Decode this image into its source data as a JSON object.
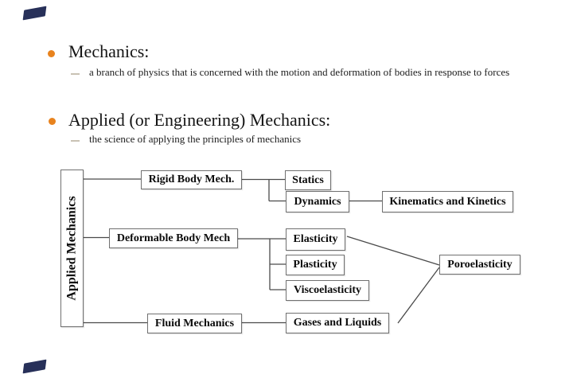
{
  "slide": {
    "bullets": [
      {
        "title": "Mechanics:",
        "sub": "a branch of physics that is concerned with the motion and deformation of bodies in response to forces"
      },
      {
        "title": "Applied (or Engineering) Mechanics:",
        "sub": "the science of applying the principles of mechanics"
      }
    ],
    "diagram": {
      "applied_mechanics": "Applied Mechanics",
      "rigid": "Rigid Body Mech.",
      "statics": "Statics",
      "dynamics": "Dynamics",
      "kinematics": "Kinematics and Kinetics",
      "deformable": "Deformable Body Mech",
      "elasticity": "Elasticity",
      "plasticity": "Plasticity",
      "viscoelasticity": "Viscoelasticity",
      "fluid": "Fluid Mechanics",
      "gases": "Gases and Liquids",
      "poroelasticity": "Poroelasticity"
    },
    "colors": {
      "bullet_orange": "#E8831E",
      "sub_dash_gray": "#C9C2B4",
      "corner_navy": "#273059",
      "box_border_gray": "#707070",
      "connector_gray": "#4A4A4A",
      "text_black": "#141414"
    }
  }
}
